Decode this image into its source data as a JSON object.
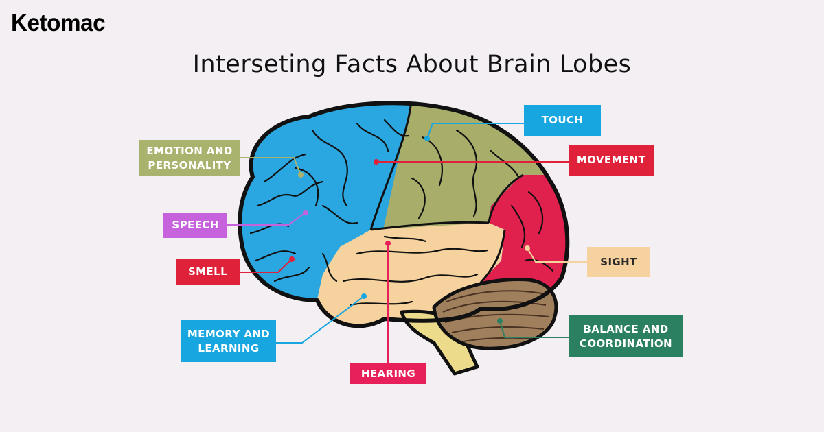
{
  "brand": "Ketomac",
  "title": "Interseting Facts About Brain Lobes",
  "labels": {
    "touch": "TOUCH",
    "movement": "MOVEMENT",
    "emotion": "EMOTION AND\nPERSONALITY",
    "speech": "SPEECH",
    "smell": "SMELL",
    "sight": "SIGHT",
    "memory": "MEMORY AND\nLEARNING",
    "hearing": "HEARING",
    "balance": "BALANCE AND\nCOORDINATION"
  },
  "colors": {
    "frontal": "#2aa7e0",
    "parietal": "#a8ae6a",
    "occipital": "#e0214e",
    "temporal": "#f6d29e",
    "cerebellum": "#a07f5c",
    "brainstem": "#ecdb8a",
    "touch": "#17a6e0",
    "movement": "#e0213a",
    "emotion": "#aab36e",
    "speech": "#c663dc",
    "smell": "#e0213a",
    "sight": "#f6d29e",
    "memory": "#17a6e0",
    "hearing": "#e8205a",
    "balance": "#2a8060"
  }
}
